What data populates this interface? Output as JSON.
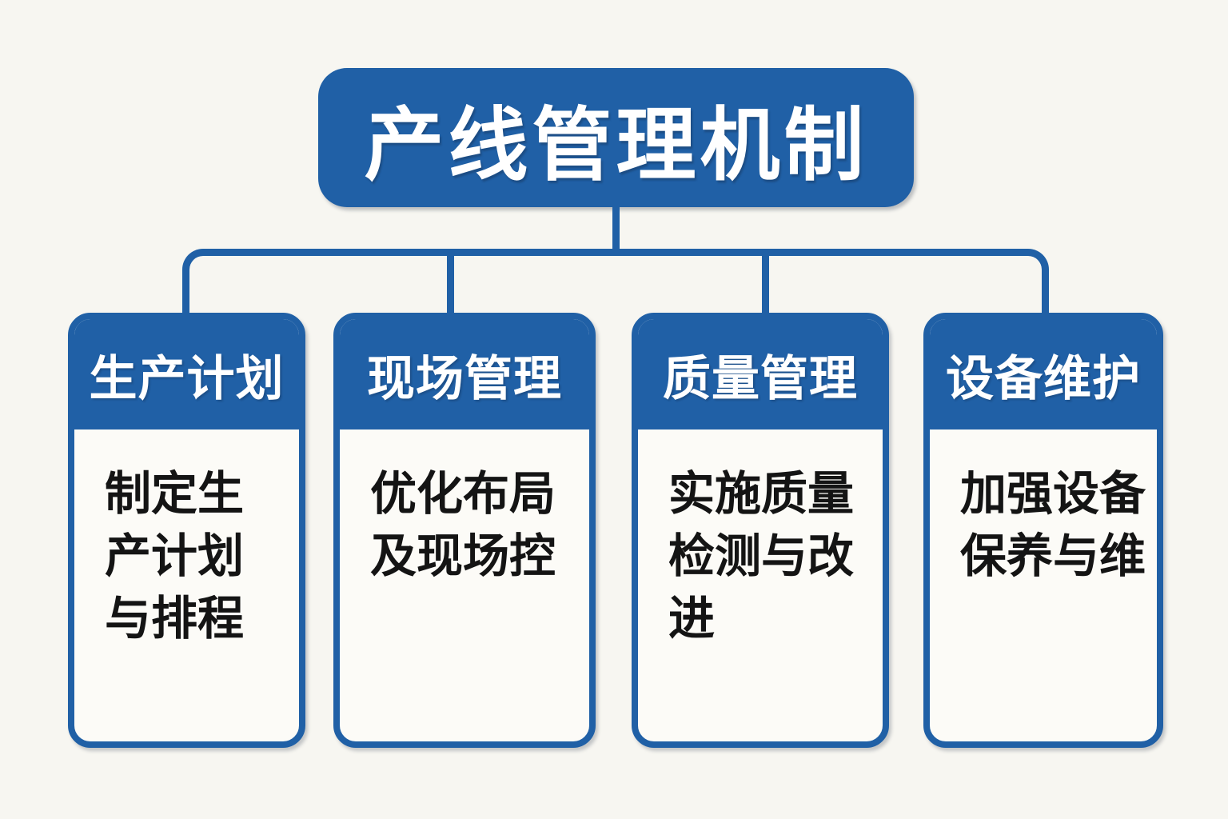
{
  "root": {
    "label": "产线管理机制"
  },
  "nodes": [
    {
      "id": "production-planning",
      "header": "生产计划",
      "body": "制定生\n产计划\n与排程"
    },
    {
      "id": "site-management",
      "header": "现场管理",
      "body": "优化布局\n及现场控"
    },
    {
      "id": "quality-management",
      "header": "质量管理",
      "body": "实施质量\n检测与改\n进"
    },
    {
      "id": "equipment-maintenance",
      "header": "设备维护",
      "body": "加强设备\n保养与维"
    }
  ],
  "colors": {
    "blue": "#2060a6",
    "background": "#f7f6f1",
    "card_body": "#fcfbf7",
    "text_dark": "#141414",
    "text_light": "#ffffff"
  }
}
